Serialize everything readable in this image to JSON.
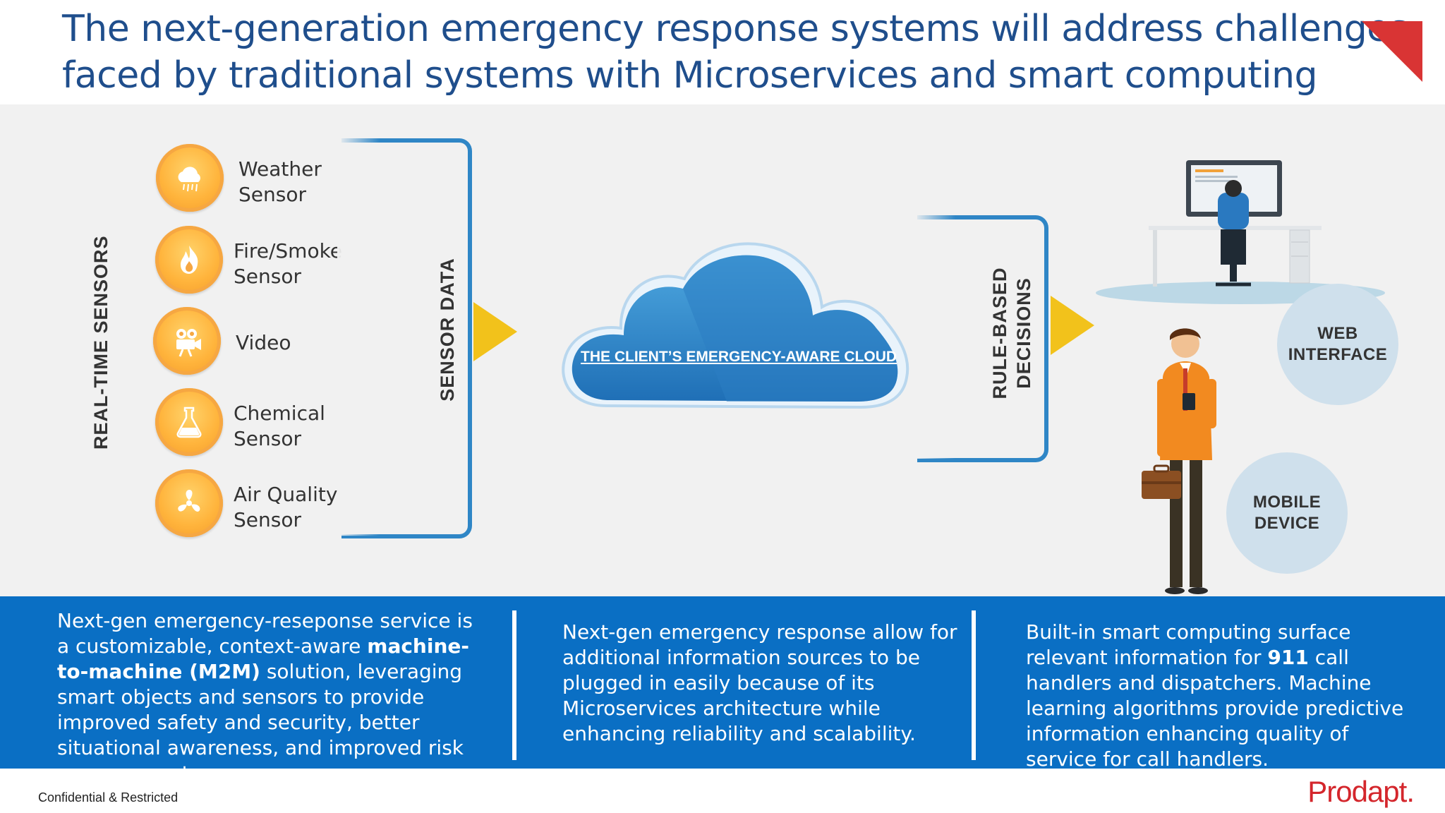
{
  "title": {
    "line1": "The next-generation emergency response systems will address challenges",
    "line2": "faced by traditional systems with Microservices and smart computing"
  },
  "diagram": {
    "left_vertical_label": "REAL-TIME SENSORS",
    "sensors": [
      {
        "line1": "Weather",
        "line2": "Sensor",
        "icon": "cloud-rain-icon"
      },
      {
        "line1": "Fire/Smoke",
        "line2": "Sensor",
        "icon": "flame-icon"
      },
      {
        "line1": "Video",
        "line2": "",
        "icon": "video-camera-icon"
      },
      {
        "line1": "Chemical",
        "line2": "Sensor",
        "icon": "flask-icon"
      },
      {
        "line1": "Air Quality",
        "line2": "Sensor",
        "icon": "fan-icon"
      }
    ],
    "sensor_data_label": "SENSOR DATA",
    "cloud_label": "THE CLIENT’S EMERGENCY-AWARE CLOUD",
    "decisions_label_line1": "RULE-BASED",
    "decisions_label_line2": "DECISIONS",
    "web_interface_line1": "WEB",
    "web_interface_line2": "INTERFACE",
    "mobile_device_line1": "MOBILE",
    "mobile_device_line2": "DEVICE",
    "colors": {
      "accent_blue": "#2f86c6",
      "arrow_yellow": "#f2c21b",
      "sensor_orange": "#ffb43c",
      "panel_blue": "#0a6fc4",
      "brand_red": "#d4262c"
    }
  },
  "panels": {
    "p1": {
      "pre": "Next-gen emergency-reseponse service is a customizable, context-aware ",
      "bold": "machine-to-machine (M2M)",
      "post": " solution, leveraging smart objects and sensors to provide improved safety and security, better situational awareness, and improved risk management."
    },
    "p2": {
      "text": "Next-gen emergency response allow for additional information sources to be plugged in easily because of its Microservices architecture while enhancing reliability and scalability."
    },
    "p3": {
      "pre": "Built-in smart computing surface relevant information for ",
      "bold": "911",
      "post": " call handlers and dispatchers. Machine learning algorithms provide predictive information enhancing quality of service for call handlers."
    }
  },
  "footer": {
    "confidential": "Confidential & Restricted",
    "brand": "Prodapt."
  }
}
